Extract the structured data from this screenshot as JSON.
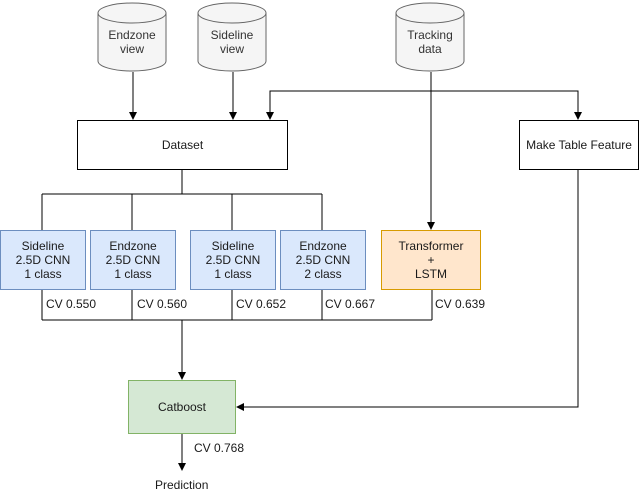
{
  "sources": {
    "endzone_view": [
      "Endzone",
      "view"
    ],
    "sideline_view": [
      "Sideline",
      "view"
    ],
    "tracking_data": [
      "Tracking",
      "data"
    ]
  },
  "nodes": {
    "dataset": "Dataset",
    "make_table_feature": "Make Table Feature",
    "models": [
      [
        "Sideline",
        "2.5D CNN",
        "1 class"
      ],
      [
        "Endzone",
        "2.5D CNN",
        "1 class"
      ],
      [
        "Sideline",
        "2.5D CNN",
        "1 class"
      ],
      [
        "Endzone",
        "2.5D CNN",
        "2 class"
      ]
    ],
    "transformer": [
      "Transformer",
      "+",
      "LSTM"
    ],
    "catboost": "Catboost",
    "prediction": "Prediction"
  },
  "scores": {
    "model_1": "CV 0.550",
    "model_2": "CV 0.560",
    "model_3": "CV 0.652",
    "model_4": "CV 0.667",
    "transformer": "CV 0.639",
    "catboost": "CV 0.768"
  },
  "colors": {
    "line": "#000000",
    "model_fill": "#dae8fc",
    "model_border": "#6c8ebf",
    "transformer_fill": "#ffe6cc",
    "transformer_border": "#d79b00",
    "catboost_fill": "#d5e8d4",
    "catboost_border": "#82b366",
    "cylinder_fill": "#f5f5f5",
    "cylinder_border": "#666666"
  }
}
